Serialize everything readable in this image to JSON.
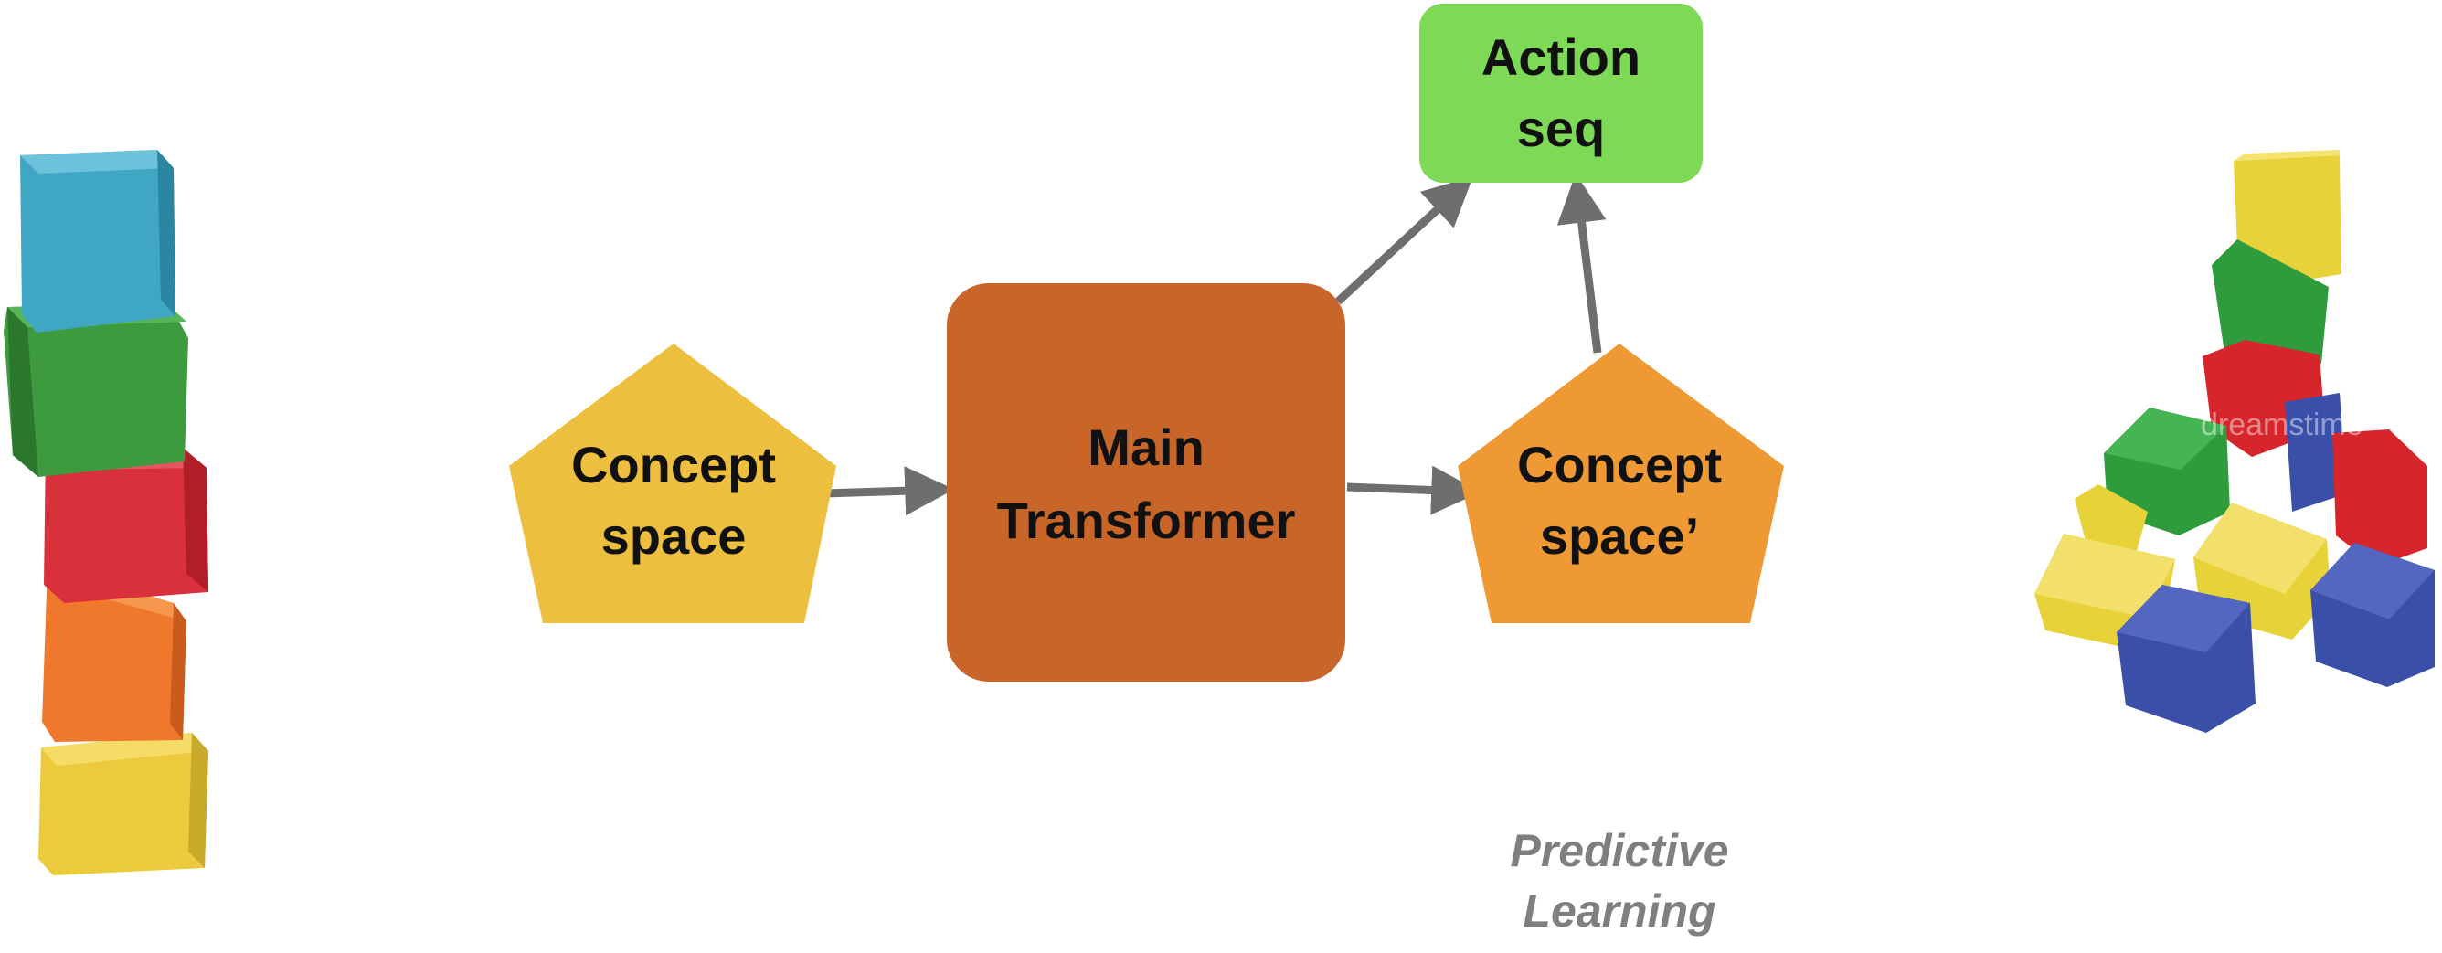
{
  "colors": {
    "background": "#ffffff",
    "concept_input_fill": "#EDBF3E",
    "transformer_fill": "#C86528",
    "concept_output_fill": "#EF9934",
    "action_fill": "#7ED957",
    "arrow": "#6E6E6E",
    "text": "#111111",
    "caption": "#7F7F7F"
  },
  "nodes": {
    "concept_in": {
      "line1": "Concept",
      "line2": "space"
    },
    "transformer": {
      "line1": "Main",
      "line2": "Transformer"
    },
    "concept_out": {
      "line1": "Concept",
      "line2": "space’"
    },
    "action": {
      "line1": "Action",
      "line2": "seq"
    }
  },
  "caption": {
    "line1": "Predictive",
    "line2": "Learning"
  },
  "watermark": "dreamstime",
  "images": {
    "left": {
      "name": "stacked-blocks-tower",
      "block_colors_top_to_bottom": [
        "#3FA6C4",
        "#3E9A3F",
        "#D9313B",
        "#F0782C",
        "#EBCB3C"
      ]
    },
    "right": {
      "name": "collapsed-blocks-pile",
      "block_colors": [
        "#E8D23A",
        "#2E9B3C",
        "#D6262C",
        "#3A4FA8",
        "#E8D23A"
      ]
    }
  }
}
